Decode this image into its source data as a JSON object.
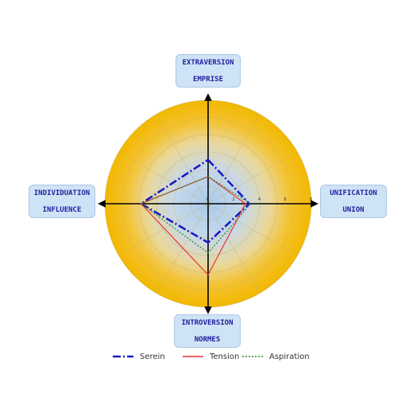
{
  "chart_data": {
    "type": "radar",
    "axes": [
      {
        "id": "top",
        "lines": [
          "EXTRAVERSION",
          "EMPRISE"
        ]
      },
      {
        "id": "right",
        "lines": [
          "UNIFICATION",
          "UNION"
        ]
      },
      {
        "id": "bottom",
        "lines": [
          "INTROVERSION",
          "NORMES"
        ]
      },
      {
        "id": "left",
        "lines": [
          "INDIVIDUATION",
          "INFLUENCE"
        ]
      }
    ],
    "ticks": [
      "0",
      "2",
      "4",
      "6",
      "8"
    ],
    "range": [
      0,
      8
    ],
    "series": [
      {
        "name": "Serein",
        "color": "#1a1ac4",
        "dash": "10,3,2,3",
        "values": [
          3.4,
          3.2,
          3.0,
          5.2
        ]
      },
      {
        "name": "Tension",
        "color": "#e83232",
        "dash": "",
        "values": [
          2.1,
          2.9,
          5.5,
          5.2
        ]
      },
      {
        "name": "Aspiration",
        "color": "#2a8a2a",
        "dash": "2,2",
        "values": [
          2.1,
          3.3,
          3.8,
          5.2
        ]
      }
    ],
    "colors": {
      "outer": "#f2b800",
      "inner": "#a8cdf0",
      "grid": "#c8b26a",
      "axis": "#000000"
    }
  }
}
